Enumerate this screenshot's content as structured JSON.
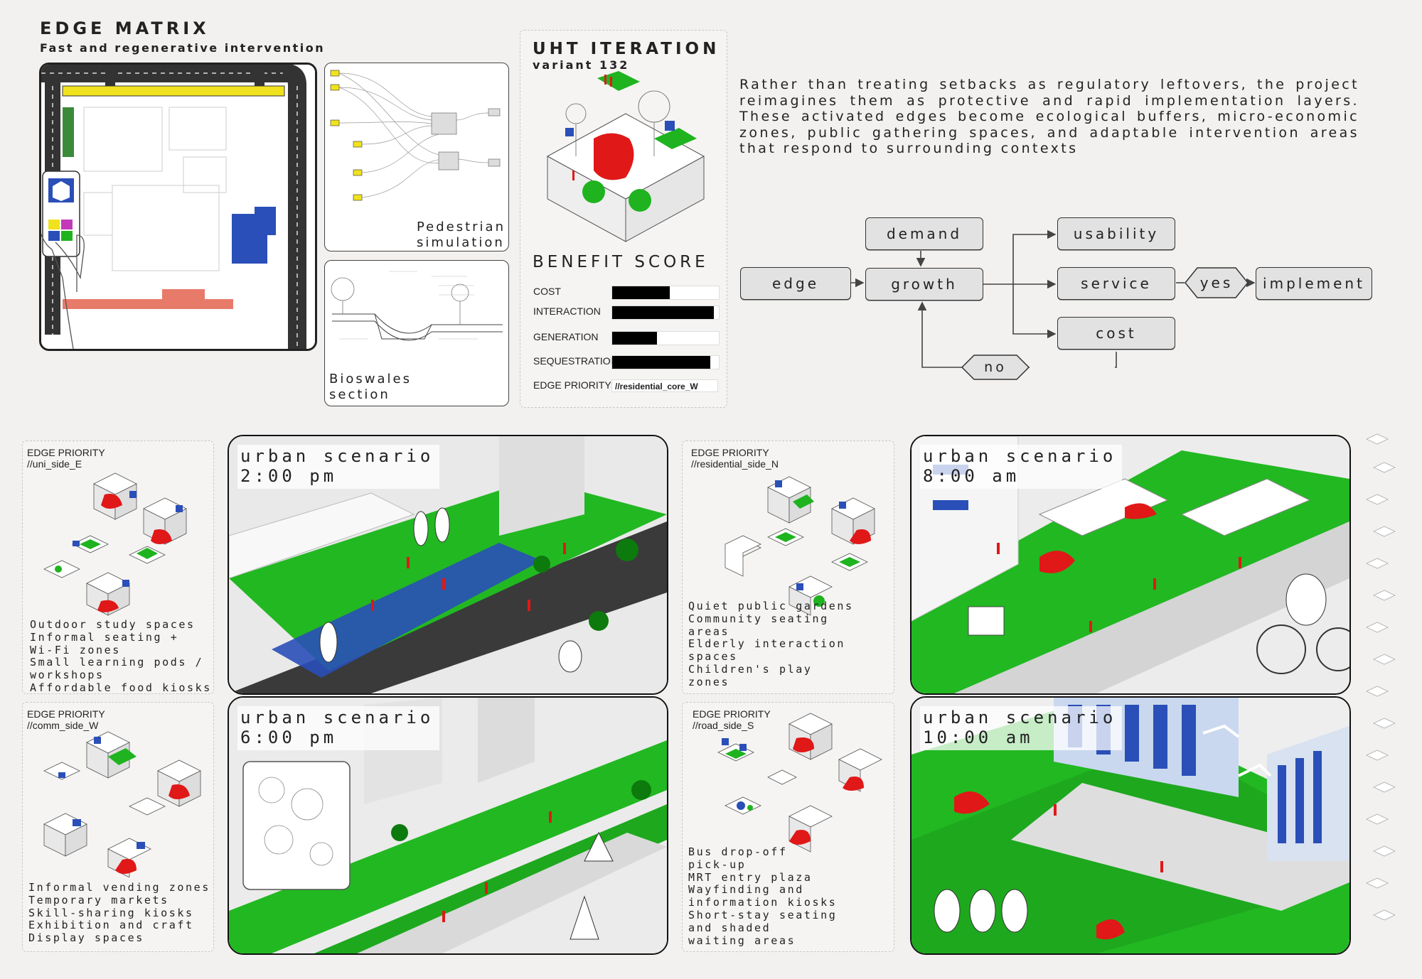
{
  "header": {
    "title": "EDGE MATRIX",
    "subtitle": "Fast and regenerative intervention"
  },
  "panels": {
    "pedestrian": [
      "Pedestrian",
      "simulation"
    ],
    "bioswale": [
      "Bioswales",
      "section"
    ]
  },
  "uht": {
    "title": "UHT ITERATION",
    "variant": "variant 132",
    "score_title": "BENEFIT SCORE",
    "scores": [
      {
        "label": "COST",
        "value": 0.54
      },
      {
        "label": "INTERACTION",
        "value": 0.95
      },
      {
        "label": "GENERATION",
        "value": 0.42
      },
      {
        "label": "SEQUESTRATION",
        "value": 0.92
      }
    ],
    "priority_label": "EDGE PRIORITY",
    "priority_value": "//residential_core_W"
  },
  "intro": "Rather than treating setbacks as regulatory leftovers, the project reimagines them as protective and rapid implementation layers. These activated edges become ecological buffers, micro-economic zones, public gathering spaces, and adaptable intervention areas that respond to surrounding contexts",
  "flow": {
    "nodes": {
      "edge": "edge",
      "demand": "demand",
      "growth": "growth",
      "usability": "usability",
      "service": "service",
      "cost": "cost",
      "yes": "yes",
      "no": "no",
      "implement": "implement"
    }
  },
  "edges": [
    {
      "label": "EDGE PRIORITY",
      "value": "//uni_side_E",
      "items": [
        "Outdoor study spaces",
        "Informal seating +",
        "Wi-Fi zones",
        "Small learning pods /",
        "workshops",
        "Affordable food kiosks"
      ]
    },
    {
      "label": "EDGE PRIORITY",
      "value": "//comm_side_W",
      "items": [
        "Informal vending zones",
        "Temporary markets",
        "Skill-sharing kiosks",
        "Exhibition and craft",
        "Display spaces"
      ]
    },
    {
      "label": "EDGE PRIORITY",
      "value": "//residential_side_N",
      "items": [
        "Quiet public gardens",
        "Community seating",
        "areas",
        "Elderly interaction",
        "spaces",
        "Children's play",
        "zones"
      ]
    },
    {
      "label": "EDGE PRIORITY",
      "value": "//road_side_S",
      "items": [
        "Bus drop-off",
        "pick-up",
        "MRT entry plaza",
        "Wayfinding and",
        "information kiosks",
        "Short-stay seating",
        "and shaded",
        "waiting areas"
      ]
    }
  ],
  "scenarios": [
    {
      "label": "urban scenario",
      "time": "2:00 pm"
    },
    {
      "label": "urban scenario",
      "time": "6:00 pm"
    },
    {
      "label": "urban scenario",
      "time": "8:00 am"
    },
    {
      "label": "urban scenario",
      "time": "10:00 am"
    }
  ],
  "colors": {
    "green": "#1fb31f",
    "red": "#e01818",
    "blue": "#2a4fb8",
    "yellow": "#f0e21e",
    "salmon": "#e87a6a"
  }
}
